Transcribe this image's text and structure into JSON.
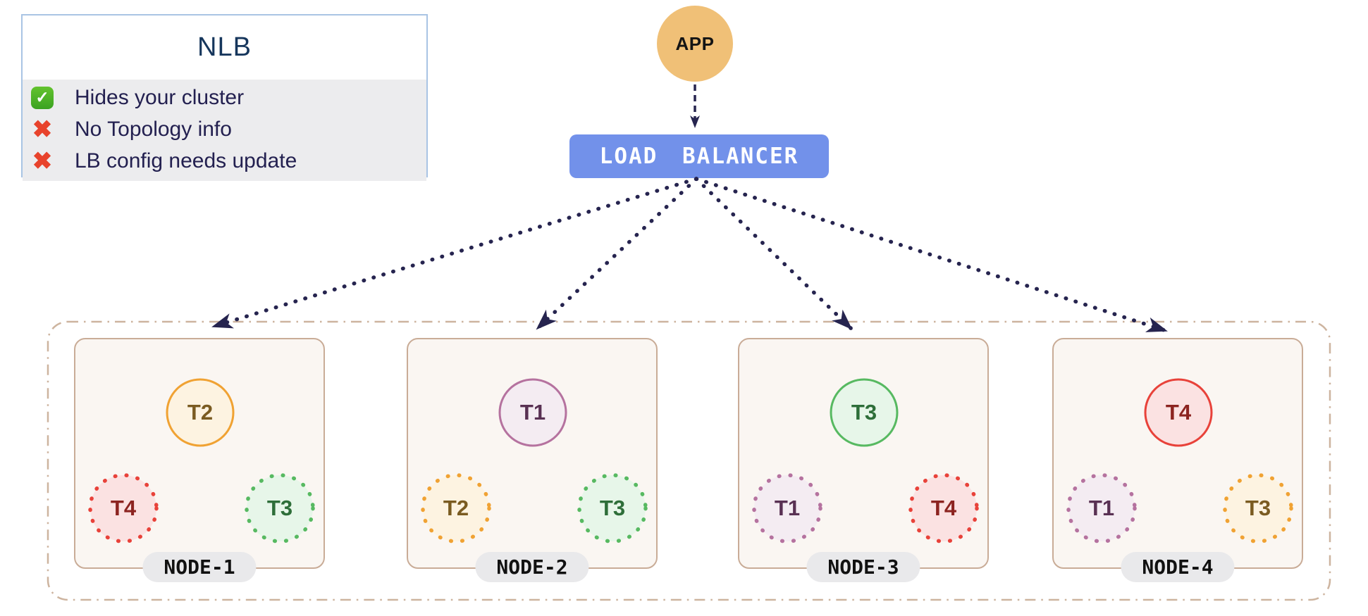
{
  "legend": {
    "title": "NLB",
    "items": [
      {
        "icon": "check",
        "text": "Hides your cluster"
      },
      {
        "icon": "cross",
        "text": "No Topology info"
      },
      {
        "icon": "cross",
        "text": "LB config needs update"
      }
    ]
  },
  "app": {
    "label": "APP"
  },
  "load_balancer": {
    "label": "LOAD BALANCER"
  },
  "cluster": {
    "nodes": [
      {
        "label": "NODE-1",
        "tenants": [
          {
            "label": "T2",
            "color": "orange",
            "style": "solid"
          },
          {
            "label": "T4",
            "color": "red",
            "style": "dotted"
          },
          {
            "label": "T3",
            "color": "green",
            "style": "dotted"
          }
        ]
      },
      {
        "label": "NODE-2",
        "tenants": [
          {
            "label": "T1",
            "color": "purple",
            "style": "solid"
          },
          {
            "label": "T2",
            "color": "orange",
            "style": "dotted"
          },
          {
            "label": "T3",
            "color": "green",
            "style": "dotted"
          }
        ]
      },
      {
        "label": "NODE-3",
        "tenants": [
          {
            "label": "T3",
            "color": "green",
            "style": "solid"
          },
          {
            "label": "T1",
            "color": "purple",
            "style": "dotted"
          },
          {
            "label": "T4",
            "color": "red",
            "style": "dotted"
          }
        ]
      },
      {
        "label": "NODE-4",
        "tenants": [
          {
            "label": "T4",
            "color": "red",
            "style": "solid"
          },
          {
            "label": "T1",
            "color": "purple",
            "style": "dotted"
          },
          {
            "label": "T3",
            "color": "orange",
            "style": "dotted"
          }
        ]
      }
    ]
  },
  "colors": {
    "app_fill": "#f0c077",
    "lb_fill": "#7291ea",
    "arrow": "#26244f",
    "cluster_border": "#cdb49f",
    "node_border": "#c9ac97",
    "node_fill": "#faf6f2",
    "label_pill_bg": "#e9e9eb",
    "legend_border": "#a9c4e4",
    "legend_items_bg": "#ececee",
    "title_color": "#16365c",
    "text_color": "#232050",
    "check_green": "#4cae27",
    "cross_red": "#e8432c",
    "palette": {
      "orange": {
        "border": "#f0a233",
        "fill": "#fdf3e1",
        "text": "#7a5b21"
      },
      "red": {
        "border": "#e8423a",
        "fill": "#fbe2e2",
        "text": "#8c2420"
      },
      "green": {
        "border": "#57b961",
        "fill": "#e7f6e9",
        "text": "#2e6e39"
      },
      "purple": {
        "border": "#b5729f",
        "fill": "#f4ecf2",
        "text": "#593153"
      }
    }
  }
}
